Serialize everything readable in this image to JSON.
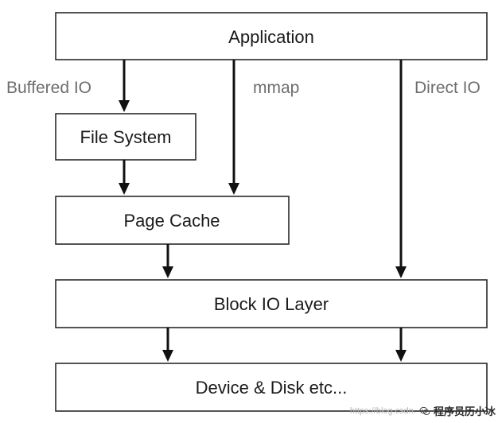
{
  "boxes": {
    "application": "Application",
    "file_system": "File System",
    "page_cache": "Page Cache",
    "block_io_layer": "Block IO Layer",
    "device_disk": "Device & Disk etc..."
  },
  "paths": {
    "buffered_io": "Buffered IO",
    "mmap": "mmap",
    "direct_io": "Direct IO"
  },
  "watermark": {
    "url": "https://blog.csdn.",
    "brand": "程序员历小冰"
  }
}
